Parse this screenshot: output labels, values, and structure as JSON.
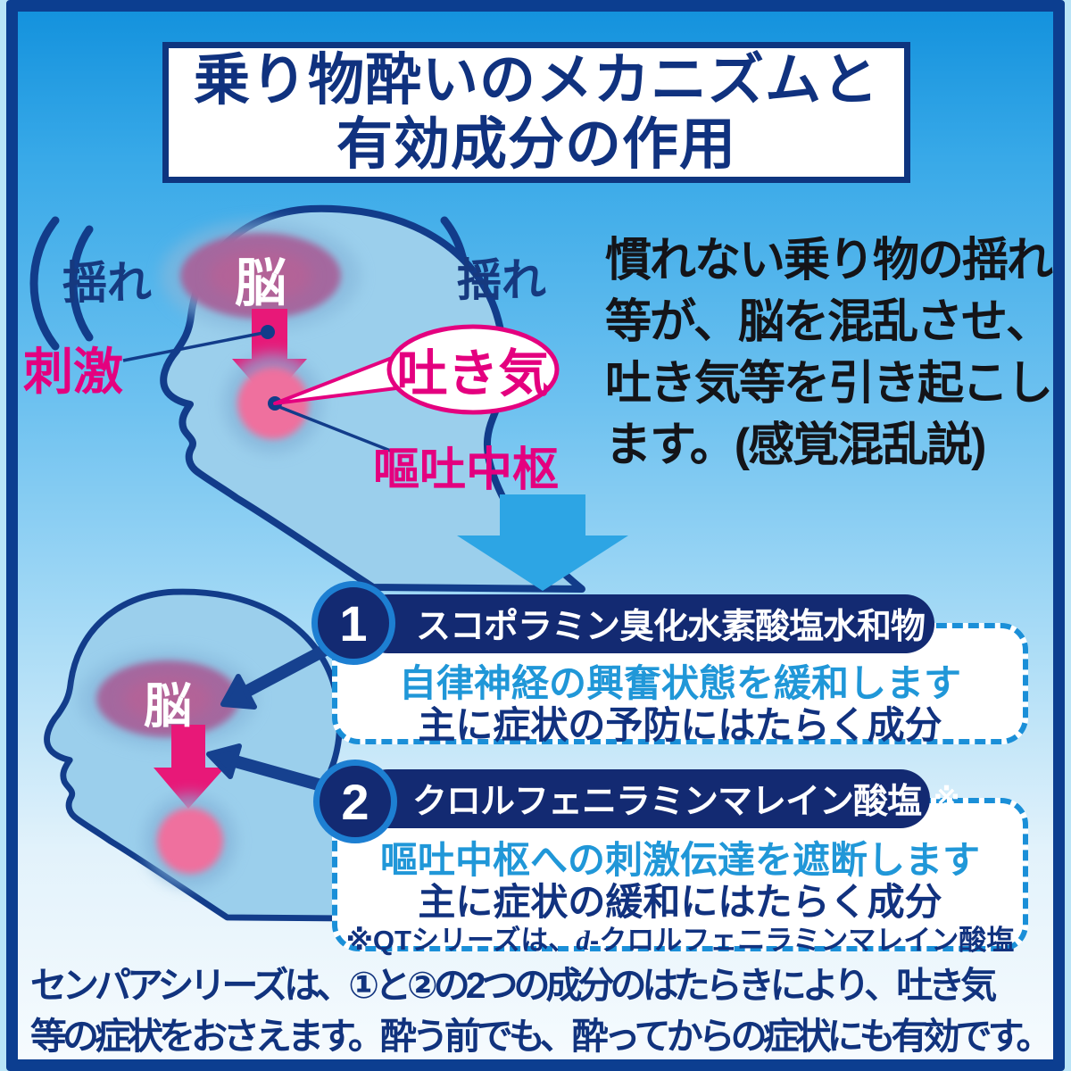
{
  "colors": {
    "frame_border": "#0c3e90",
    "outer_edge": "#b9e4f7",
    "navy_text": "#11327f",
    "magenta": "#e4007f",
    "pink_arrow": "#e81878",
    "light_blue_text": "#2097d8",
    "pill_navy": "#132a72",
    "dashed_border": "#1a8fd8",
    "big_arrow": "#2da5e4",
    "head_fill": "#9bcfec",
    "head_outline": "#123c8a",
    "brain_purple": "#a4689f",
    "vomit_pink": "#ef6f9e"
  },
  "title": {
    "line1": "乗り物酔いのメカニズムと",
    "line2": "有効成分の作用"
  },
  "mechanism": {
    "shake_left": "揺れ",
    "shake_right": "揺れ",
    "stimulus_label": "刺激",
    "brain_label": "脳",
    "nausea_label": "吐き気",
    "vomit_center_label": "嘔吐中枢",
    "description": "慣れない乗り物の揺れ\n等が、脳を混乱させ、\n吐き気等を引き起こし\nます。(感覚混乱説)"
  },
  "ingredients": {
    "brain_label": "脳",
    "item1": {
      "number": "1",
      "name": "スコポラミン臭化水素酸塩水和物",
      "action": "自律神経の興奮状態を緩和します",
      "role": "主に症状の予防にはたらく成分"
    },
    "item2": {
      "number": "2",
      "name": "クロルフェニラミンマレイン酸塩",
      "mark": "※",
      "action": "嘔吐中枢への刺激伝達を遮断します",
      "role": "主に症状の緩和にはたらく成分",
      "note_prefix": "※QTシリーズは、",
      "note_italic": "d",
      "note_suffix": "-クロルフェニラミンマレイン酸塩"
    }
  },
  "footer": {
    "text": "センパアシリーズは、①と②の2つの成分のはたらきにより、吐き気\n等の症状をおさえます。酔う前でも、酔ってからの症状にも有効です。"
  }
}
